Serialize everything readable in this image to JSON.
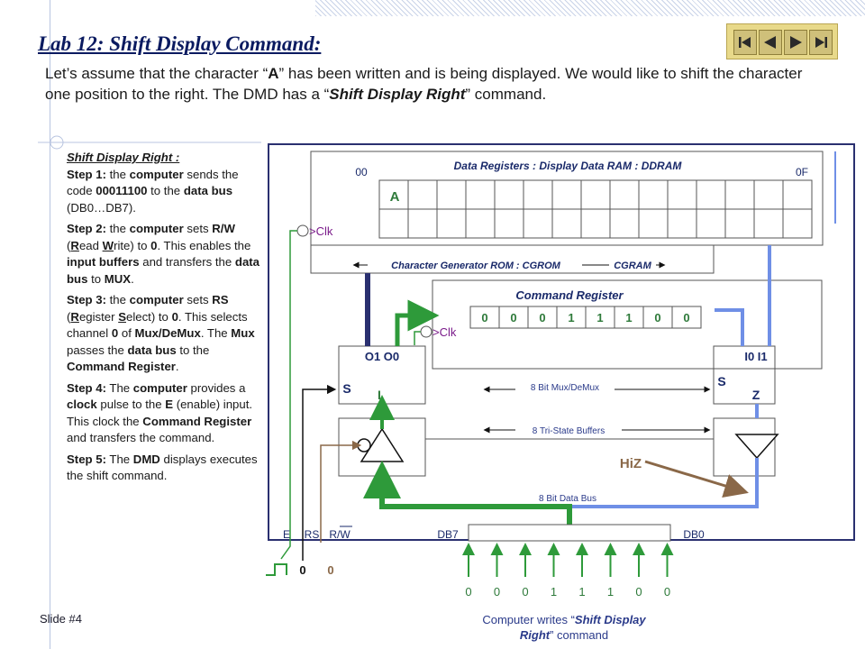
{
  "title": "Lab 12:  Shift Display Command:",
  "nav": {
    "first": "first-slide",
    "prev": "previous-slide",
    "next": "next-slide",
    "last": "last-slide"
  },
  "intro": {
    "p1": "Let’s assume that the character “",
    "char": "A",
    "p2": "” has been written and is being displayed. We would like to shift the character one position to the right. The DMD has a “",
    "cmd": "Shift Display Right",
    "p3": "” command."
  },
  "sidebar": {
    "title": "Shift Display Right :",
    "step1": {
      "label": "Step 1:",
      "t1": "  the ",
      "b1": "computer",
      "t2": " sends the code ",
      "b2": "00011100",
      "t3": " to the ",
      "b3": "data bus",
      "t4": " (DB0…DB7)."
    },
    "step2": {
      "label": "Step 2:",
      "t1": "  the ",
      "b1": "computer",
      "t2": " sets ",
      "b2": "R/W",
      "t3": " (",
      "u1": "R",
      "t4": "ead ",
      "u2": "W",
      "t5": "rite) to ",
      "b3": "0",
      "t6": ". This enables the ",
      "b4": "input buffers",
      "t7": " and transfers the ",
      "b5": "data bus",
      "t8": " to ",
      "b6": "MUX",
      "t9": "."
    },
    "step3": {
      "label": "Step 3:",
      "t1": "  the ",
      "b1": "computer",
      "t2": " sets ",
      "b2": "RS",
      "t3": " (",
      "u1": "R",
      "t4": "egister ",
      "u2": "S",
      "t5": "elect) to ",
      "b3": "0",
      "t6": ". This selects channel ",
      "b4": "0",
      "t7": " of ",
      "b5": "Mux/DeMux",
      "t8": ". The ",
      "b6": "Mux",
      "t9": " passes the ",
      "b7": "data bus",
      "t10": " to the ",
      "b8": "Command Register",
      "t11": "."
    },
    "step4": {
      "label": "Step 4:",
      "t1": " The ",
      "b1": "computer",
      "t2": " provides a ",
      "b2": "clock",
      "t3": " pulse to the ",
      "b3": "E",
      "t4": " (enable) input. This clock the ",
      "b4": "Command Register",
      "t5": " and transfers the command."
    },
    "step5": {
      "label": "Step 5:",
      "t1": " The ",
      "b1": "DMD",
      "t2": " displays executes the shift command."
    }
  },
  "diagram": {
    "ddram_title": "Data Registers : Display Data RAM : DDRAM",
    "addr_start": "00",
    "addr_end": "0F",
    "cell_char": "A",
    "clk1": ">Clk",
    "cgrom_label": "Character Generator ROM : CGROM",
    "cgram_label": "CGRAM",
    "cmdreg_title": "Command Register",
    "cmdreg_bits": [
      "0",
      "0",
      "0",
      "1",
      "1",
      "1",
      "0",
      "0"
    ],
    "clk2": ">Clk",
    "mux_outputs": "O1  O0",
    "demux_inputs": "I0   I1",
    "mux_s": "S",
    "mux_i": "I",
    "demux_s": "S",
    "demux_z": "Z",
    "mux_label": "8 Bit Mux/DeMux",
    "tristate_label": "8 Tri-State  Buffers",
    "hiz": "HiZ",
    "bus_label": "8 Bit Data Bus",
    "pin_e": "E",
    "pin_rs": "RS",
    "pin_rw": "R/W",
    "db7": "DB7",
    "db0": "DB0",
    "rs_value": "0",
    "rw_value": "0",
    "bus_bits": [
      "0",
      "0",
      "0",
      "1",
      "1",
      "1",
      "0",
      "0"
    ]
  },
  "footer": {
    "slide": "Slide #4",
    "caption_pre": "Computer writes “",
    "caption_em": "Shift Display Right",
    "caption_post": "” command"
  },
  "colors": {
    "title": "#0a1a60",
    "green": "#2e9a3a",
    "navy": "#2a3070",
    "blue": "#6f8fe6",
    "brown": "#8a6848",
    "nav_bg": "#e8d98a"
  }
}
